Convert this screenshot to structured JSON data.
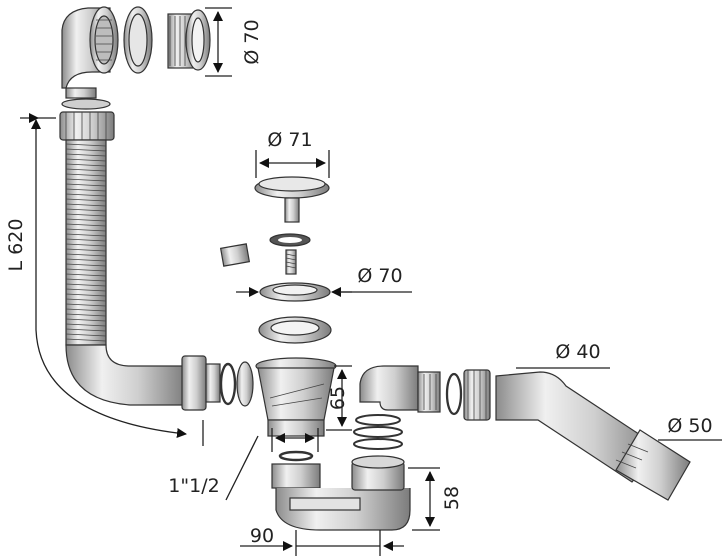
{
  "labels": {
    "d70_top": "Ø 70",
    "d71": "Ø 71",
    "d70_mid": "Ø 70",
    "d40": "Ø 40",
    "d50": "Ø 50",
    "l620": "L 620",
    "h65": "65",
    "thread": "1\"1/2",
    "h58": "58",
    "w90": "90"
  },
  "icons": [
    "overflow-elbow-icon",
    "flexible-hose-icon",
    "waste-plug-icon",
    "trap-icon",
    "outlet-pipe-icon",
    "nut-icon"
  ],
  "colors": {
    "line": "#333333",
    "fill_light": "#e9e9e9",
    "fill_mid": "#cfcfcf",
    "fill_dark": "#9a9a9a"
  }
}
